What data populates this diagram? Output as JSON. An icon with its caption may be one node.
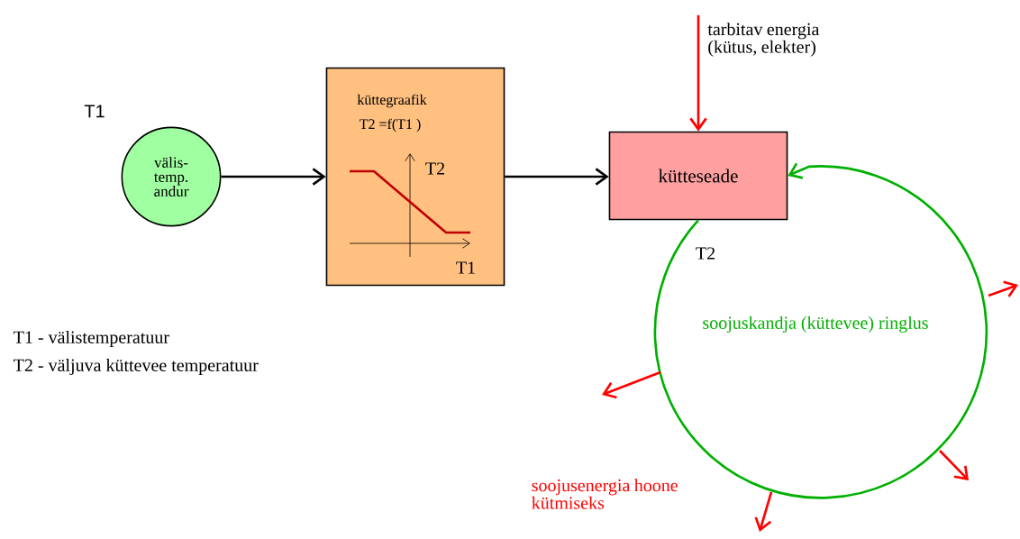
{
  "diagram": {
    "nodes": [
      {
        "text": [
          "välis- temp. andur"
        ],
        "beside": [
          "T1"
        ]
      },
      {
        "text": [
          "küttegraafik",
          "T2 =f(T1 )",
          "T2",
          "T1"
        ]
      },
      {
        "text": [
          "kütteseade"
        ]
      },
      {
        "text": [
          "tarbitav energia (kütus, elekter)"
        ]
      }
    ],
    "edges": [
      {
        "from": 0,
        "to": 1,
        "arrow": "to"
      },
      {
        "from": 1,
        "to": 2,
        "arrow": "to"
      },
      {
        "from": 3,
        "to": 2,
        "arrow": "to",
        "color": "#ff0000"
      },
      {
        "from": 2,
        "to": 2,
        "arrow": "to",
        "color": "#00b000",
        "label": "soojuskandja (küttevee) ringlus"
      }
    ],
    "labels": [
      "T2",
      "T1 - välistemperatuur",
      "T2 - väljuva küttevee temperatuur",
      "soojusenergia hoone kütmiseks"
    ]
  }
}
